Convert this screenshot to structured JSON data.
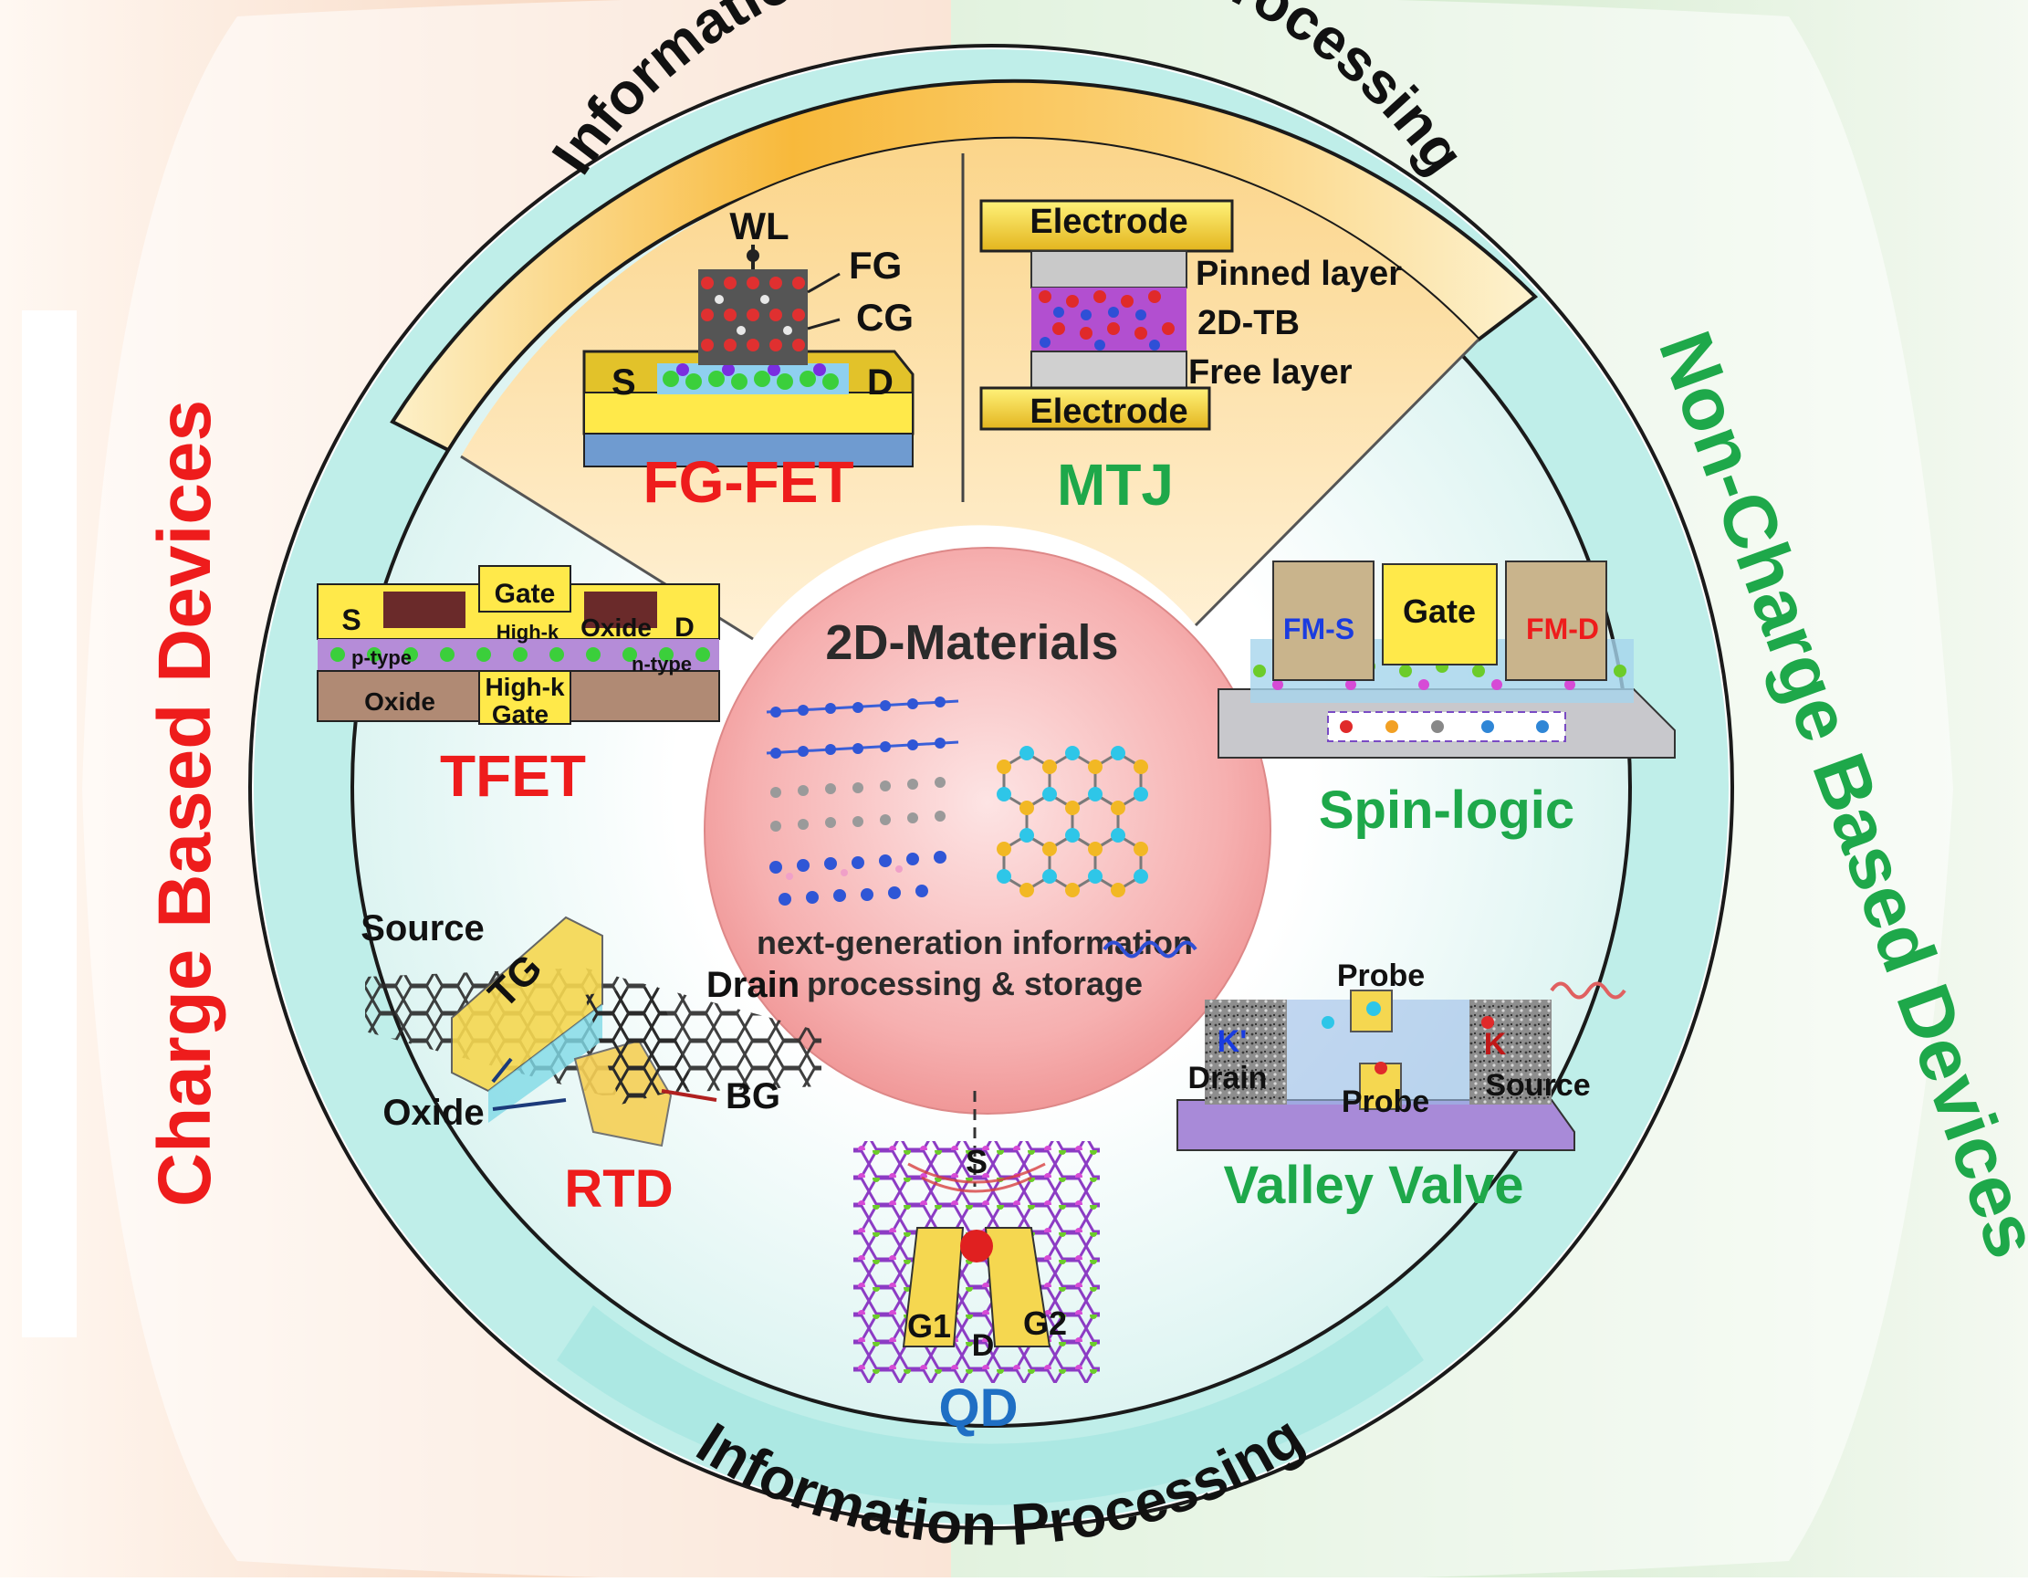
{
  "sides": {
    "left": "Charge Based Devices",
    "right": "Non-Charge Based Devices"
  },
  "bands": {
    "top": "Information Storage and Processing",
    "bottom": "Information Processing"
  },
  "center": {
    "title": "2D-Materials",
    "caption_line1": "next-generation information",
    "caption_line2": "processing & storage"
  },
  "devices": {
    "fgfet": {
      "name": "FG-FET",
      "labels": {
        "wl": "WL",
        "fg": "FG",
        "cg": "CG",
        "s": "S",
        "d": "D"
      }
    },
    "mtj": {
      "name": "MTJ",
      "labels": {
        "electrode_top": "Electrode",
        "pinned": "Pinned layer",
        "tb": "2D-TB",
        "free": "Free layer",
        "electrode_bottom": "Electrode"
      }
    },
    "tfet": {
      "name": "TFET",
      "labels": {
        "s": "S",
        "gate": "Gate",
        "highk_top": "High-k",
        "oxide_top": "Oxide",
        "d": "D",
        "ptype": "p-type",
        "ntype": "n-type",
        "oxide_bottom": "Oxide",
        "highk_bottom": "High-k",
        "gate_bottom": "Gate"
      }
    },
    "spinlogic": {
      "name": "Spin-logic",
      "labels": {
        "fms": "FM-S",
        "gate": "Gate",
        "fmd": "FM-D"
      }
    },
    "rtd": {
      "name": "RTD",
      "labels": {
        "source": "Source",
        "tg": "TG",
        "drain": "Drain",
        "oxide": "Oxide",
        "bg": "BG"
      }
    },
    "valley": {
      "name": "Valley Valve",
      "labels": {
        "probe_top": "Probe",
        "k_left": "K'",
        "k_right": "K",
        "drain": "Drain",
        "probe_bottom": "Probe",
        "source": "Source"
      }
    },
    "qd": {
      "name": "QD",
      "labels": {
        "s": "S",
        "g1": "G1",
        "d": "D",
        "g2": "G2"
      }
    }
  },
  "colors": {
    "charge_red": "#ee1c1c",
    "noncharge_green": "#1ea84a",
    "qd_blue": "#1f6fc4",
    "ring_teal": "#b8ece8",
    "band_orange": "#f8b83a",
    "center_pink": "#f7a8a8"
  }
}
